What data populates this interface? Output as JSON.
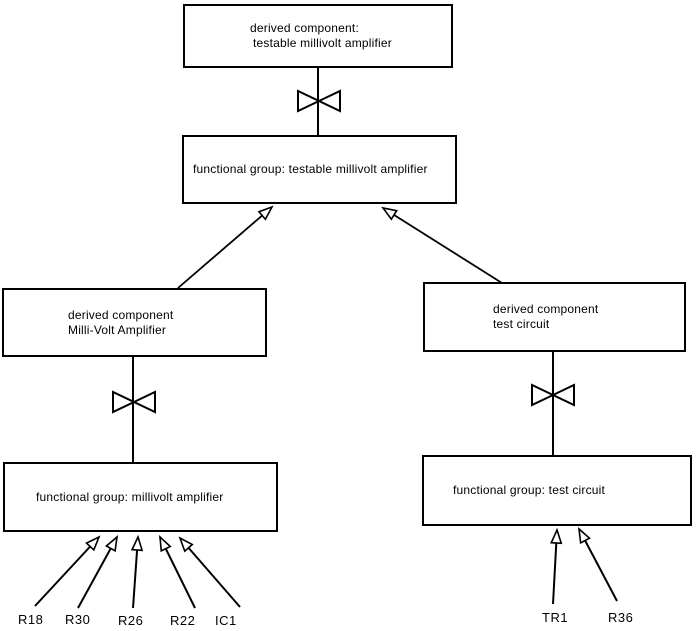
{
  "diagram": {
    "background_color": "#ffffff",
    "line_color": "#000000",
    "text_color": "#000000"
  },
  "boxes": {
    "derived_testable": {
      "line1": "derived component:",
      "line2": "testable millivolt amplifier"
    },
    "fg_testable": {
      "label": "functional group: testable millivolt amplifier"
    },
    "derived_mva": {
      "line1": "derived component",
      "line2": "Milli-Volt Amplifier"
    },
    "fg_mva": {
      "label": "functional group: millivolt amplifier"
    },
    "derived_tc": {
      "line1": "derived component",
      "line2": "test circuit"
    },
    "fg_tc": {
      "label": "functional group: test circuit"
    }
  },
  "leaf_labels": {
    "r18": "R18",
    "r30": "R30",
    "r26": "R26",
    "r22": "R22",
    "ic1": "IC1",
    "tr1": "TR1",
    "r36": "R36"
  },
  "symbols": {
    "bowtie": "decomposition-bowtie"
  }
}
